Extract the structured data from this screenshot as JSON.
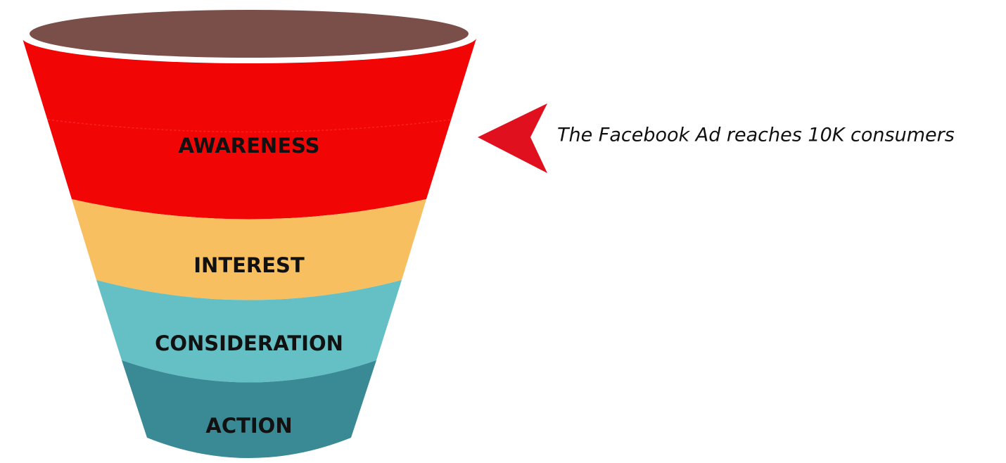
{
  "funnel": {
    "rim_color": "#7a4f4a",
    "stages": [
      {
        "label": "AWARENESS",
        "color": "#f20505"
      },
      {
        "label": "INTEREST",
        "color": "#f8bf60"
      },
      {
        "label": "CONSIDERATION",
        "color": "#64c0c4"
      },
      {
        "label": "ACTION",
        "color": "#3a8a95"
      }
    ]
  },
  "callout": {
    "text": "The Facebook Ad reaches 10K consumers",
    "arrow_color": "#e0101e",
    "arrow_icon": "arrow-left-pointer"
  }
}
